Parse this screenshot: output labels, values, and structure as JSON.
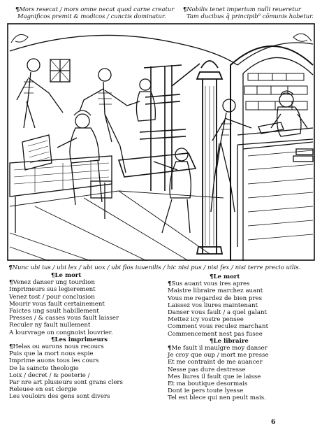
{
  "caption": {
    "left": [
      "Mors resecat / mors omne necat quod carne creatur",
      "Magnificos premit & modicos / cunctis dominatur."
    ],
    "right": [
      "Nobilis tenet imperium nulli reueretur",
      "Tam ducibus q̄ principib⁹ cōmunis habetur."
    ],
    "pilcrow": "¶"
  },
  "full_line": "Nunc ubi ius / ubi lex / ubi uox / ubi flos iuuenilis / hic nisi pus / nisi fex / nisi terre precio uilis.",
  "left_column": [
    {
      "type": "heading",
      "text": "Le mort"
    },
    {
      "type": "pil",
      "text": "Venez danser ung tourdion"
    },
    {
      "type": "line",
      "text": "Imprimeurs sus legierement"
    },
    {
      "type": "line",
      "text": "Venez tost / pour conclusion"
    },
    {
      "type": "line",
      "text": "Mourir vous fault certainement"
    },
    {
      "type": "line",
      "text": "Faictes ung sault habillement"
    },
    {
      "type": "line",
      "text": "Presses / & casses vous fault laisser"
    },
    {
      "type": "line",
      "text": "Reculer ny fault nullement"
    },
    {
      "type": "line",
      "text": "A lourvrage on congnoist louvrier."
    },
    {
      "type": "heading",
      "text": "Les imprimeurs"
    },
    {
      "type": "pil",
      "text": "Helas ou aurons nous recours"
    },
    {
      "type": "line",
      "text": "Puis que la mort nous espie"
    },
    {
      "type": "line",
      "text": "Imprime auons tous les cours"
    },
    {
      "type": "line",
      "text": "De la saincte theologie"
    },
    {
      "type": "line",
      "text": "Loix / decret / & poeterie /"
    },
    {
      "type": "line",
      "text": "Par nre art plusieurs sont grans clers"
    },
    {
      "type": "line",
      "text": "Releuee en est clergie"
    },
    {
      "type": "line",
      "text": "Les vouloirs des gens sont divers"
    }
  ],
  "right_column": [
    {
      "type": "heading",
      "text": "Le mort"
    },
    {
      "type": "pil",
      "text": "Sus auant vous ires apres"
    },
    {
      "type": "line",
      "text": "Maistre libraire marchez auant"
    },
    {
      "type": "line",
      "text": "Vous me regardez de bien pres"
    },
    {
      "type": "line",
      "text": "Laissez vos liures maintenant"
    },
    {
      "type": "line",
      "text": "Danser vous fault / a quel galant"
    },
    {
      "type": "line",
      "text": "Mettez icy vostre pensee"
    },
    {
      "type": "line",
      "text": "Comment vous reculez marchant"
    },
    {
      "type": "line",
      "text": "Commencement nest pas fusee"
    },
    {
      "type": "heading",
      "text": "Le libraire"
    },
    {
      "type": "pil",
      "text": "Me fault il maulgre moy danser"
    },
    {
      "type": "line",
      "text": "Je croy que oup / mort me presse"
    },
    {
      "type": "line",
      "text": "Et me contraint de me auancer"
    },
    {
      "type": "line",
      "text": "Nesse pas dure destresse"
    },
    {
      "type": "line",
      "text": "Mes liures il fault que ie laisse"
    },
    {
      "type": "line",
      "text": "Et ma boutique desormais"
    },
    {
      "type": "line",
      "text": "Dont ie pers toute lyesse"
    },
    {
      "type": "line",
      "text": "Tel est blece qui nen peult mais."
    }
  ],
  "page_number": "6"
}
